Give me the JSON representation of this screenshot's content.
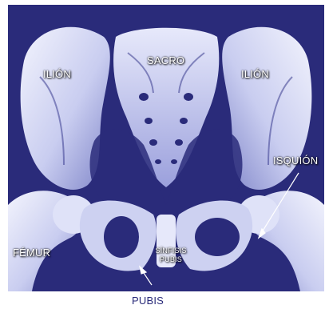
{
  "labels": {
    "ilion_left": "ILIÓN",
    "ilion_right": "ILIÓN",
    "sacro": "SACRO",
    "isquion": "ISQUIÓN",
    "femur": "FÉMUR",
    "sinfisis": "SÍNFISIS",
    "pubis_small": "PUBIS",
    "pubis": "PUBIS"
  },
  "colors": {
    "background": "#2a2b7a",
    "bone_light": "#e8ebfa",
    "bone_shadow": "#8d92cf",
    "bone_dark": "#3b3d8f"
  }
}
